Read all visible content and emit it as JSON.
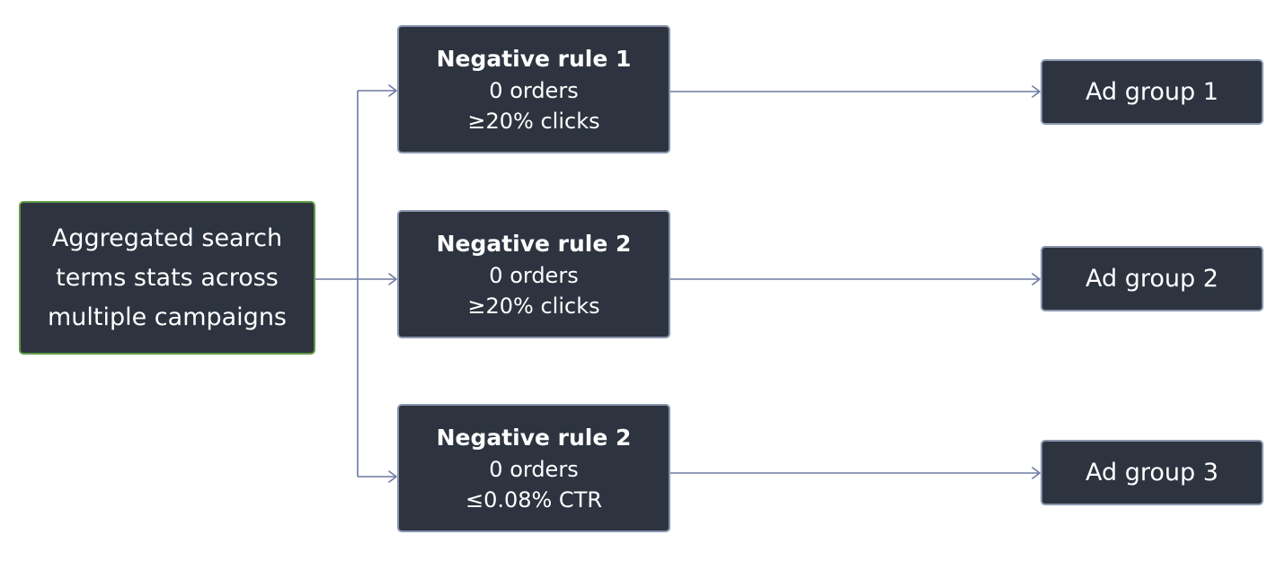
{
  "source": {
    "lines": [
      "Aggregated search",
      "terms stats across",
      "multiple campaigns"
    ]
  },
  "rules": [
    {
      "title": "Negative rule 1",
      "line1": "0 orders",
      "line2": "≥20% clicks"
    },
    {
      "title": "Negative rule 2",
      "line1": "0 orders",
      "line2": "≥20% clicks"
    },
    {
      "title": "Negative rule 2",
      "line1": "0 orders",
      "line2": "≤0.08% CTR"
    }
  ],
  "groups": [
    {
      "label": "Ad group 1"
    },
    {
      "label": "Ad group 2"
    },
    {
      "label": "Ad group 3"
    }
  ],
  "colors": {
    "box_fill": "#2d3440",
    "source_border": "#5f9a43",
    "box_border": "#8a96b0",
    "connector": "#6b7aa1"
  }
}
